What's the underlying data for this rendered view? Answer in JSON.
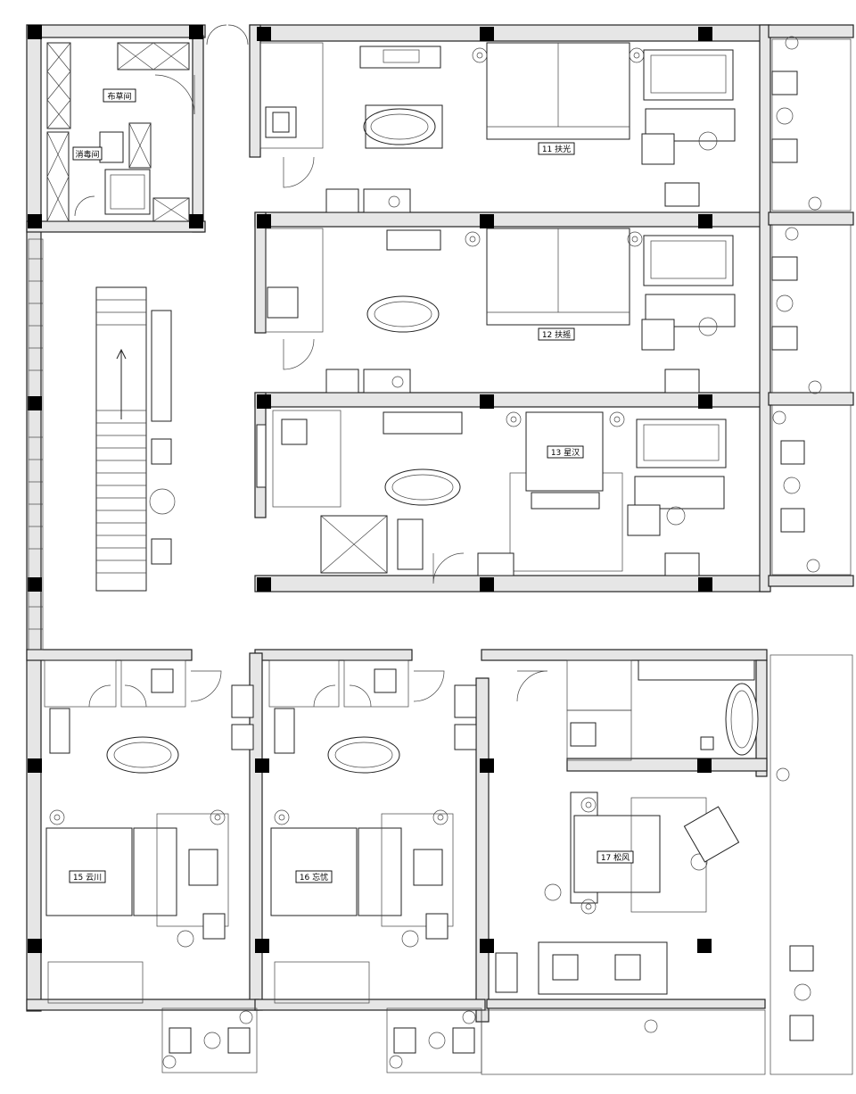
{
  "drawing": {
    "type": "architectural floor plan",
    "labels": {
      "room_11": "11 扶光",
      "room_12": "12 扶摇",
      "room_13": "13 星汉",
      "room_15": "15 云川",
      "room_16": "16 忘忧",
      "room_17": "17 松风",
      "linen_room": "布草间",
      "disinfection_room": "消毒间"
    },
    "colors": {
      "line": "#222222",
      "wall_fill": "#e6e6e6",
      "column": "#000000",
      "background": "#ffffff"
    }
  }
}
